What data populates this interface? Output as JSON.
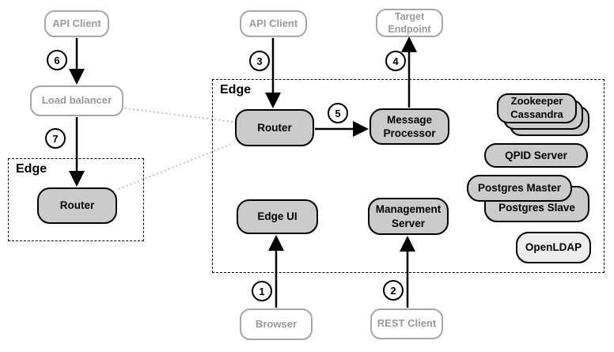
{
  "groups": {
    "edge_main": {
      "label": "Edge"
    },
    "edge_left": {
      "label": "Edge"
    }
  },
  "nodes": {
    "api_client_left": {
      "label": "API Client"
    },
    "load_balancer": {
      "label": "Load balancer"
    },
    "router_left": {
      "label": "Router"
    },
    "api_client_top": {
      "label": "API Client"
    },
    "target_endpoint": {
      "line1": "Target",
      "line2": "Endpoint"
    },
    "router_main": {
      "label": "Router"
    },
    "message_processor": {
      "line1": "Message",
      "line2": "Processor"
    },
    "edge_ui": {
      "label": "Edge UI"
    },
    "management_server": {
      "line1": "Management",
      "line2": "Server"
    },
    "zookeeper_cassandra": {
      "line1": "Zookeeper",
      "line2": "Cassandra"
    },
    "qpid_server": {
      "label": "QPID Server"
    },
    "postgres_master": {
      "label": "Postgres Master"
    },
    "postgres_slave": {
      "label": "Postgres Slave"
    },
    "openldap": {
      "label": "OpenLDAP"
    }
  },
  "steps": [
    "1",
    "2",
    "3",
    "4",
    "5",
    "6",
    "7"
  ],
  "edges": [
    {
      "step": "1",
      "from": "Browser",
      "to": "Edge UI",
      "style": "solid-arrow"
    },
    {
      "step": "2",
      "from": "REST Client",
      "to": "Management Server",
      "style": "solid-arrow"
    },
    {
      "step": "3",
      "from": "API Client",
      "to": "Router",
      "style": "solid-arrow"
    },
    {
      "step": "4",
      "from": "Message Processor",
      "to": "Target Endpoint",
      "style": "solid-arrow"
    },
    {
      "step": "5",
      "from": "Router",
      "to": "Message Processor",
      "style": "solid-arrow"
    },
    {
      "step": "6",
      "from": "API Client",
      "to": "Load balancer",
      "style": "solid-arrow"
    },
    {
      "step": "7",
      "from": "Load balancer",
      "to": "Router",
      "style": "solid-arrow"
    },
    {
      "from": "Load balancer",
      "to": "Router (main Edge)",
      "style": "dotted"
    },
    {
      "from": "Router (left Edge)",
      "to": "Router (main Edge)",
      "style": "dotted"
    }
  ],
  "clients": {
    "browser": {
      "label": "Browser"
    },
    "rest_client": {
      "label": "REST Client"
    }
  },
  "colors": {
    "node_fill": "#cbcbcb",
    "node_fill_light": "#ececec",
    "node_border": "#000000",
    "client_border": "#a6a6a6",
    "client_text": "#999999",
    "arrow": "#000000",
    "dotted_connector": "#999999"
  }
}
